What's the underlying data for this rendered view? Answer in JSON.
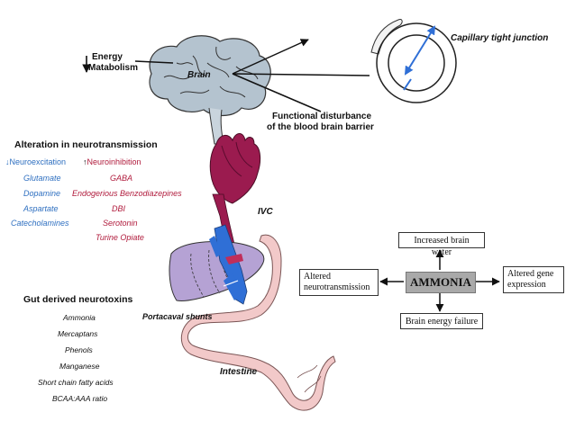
{
  "brain": {
    "label": "Brain",
    "energy_metabolism": [
      "Energy",
      "Matabolism"
    ],
    "functional_disturbance": [
      "Functional disturbance",
      "of the blood brain barrier"
    ],
    "capillary_label": "Capillary tight  junction"
  },
  "neurotransmission": {
    "heading": "Alteration in neurotransmission",
    "excitation_label": "Neuroexcitation",
    "inhibition_label": "Neuroinhibition",
    "excitation_items": [
      "Glutamate",
      "Dopamine",
      "Aspartate",
      "Catecholamines"
    ],
    "inhibition_items": [
      "GABA",
      "Endogerious Benzodiazepines",
      "DBI",
      "Serotonin",
      "Turine Opiate"
    ]
  },
  "organs": {
    "ivc": "IVC",
    "portacaval": "Portacaval shunts",
    "intestine": "Intestine"
  },
  "gut_neurotoxins": {
    "heading": "Gut derived neurotoxins",
    "items": [
      "Ammonia",
      "Mercaptans",
      "Phenols",
      "Manganese",
      "Short chain fatty acids",
      "BCAA:AAA ratio"
    ]
  },
  "ammonia_panel": {
    "center": "AMMONIA",
    "top": "Increased brain water",
    "bottom": "Brain energy failure",
    "left": [
      "Altered",
      "neurotransmission"
    ],
    "right": [
      "Altered gene",
      "expression"
    ]
  },
  "colors": {
    "blue_text": "#2e6fc0",
    "red_text": "#b01b3c",
    "brain_fill": "#b4c3cf",
    "heart_fill": "#9b1b4f",
    "liver_fill": "#b5a2d4",
    "vessel_blue": "#2f6fd6",
    "intestine_fill": "#f2c9c9",
    "ammonia_box": "#a9a9a9"
  }
}
